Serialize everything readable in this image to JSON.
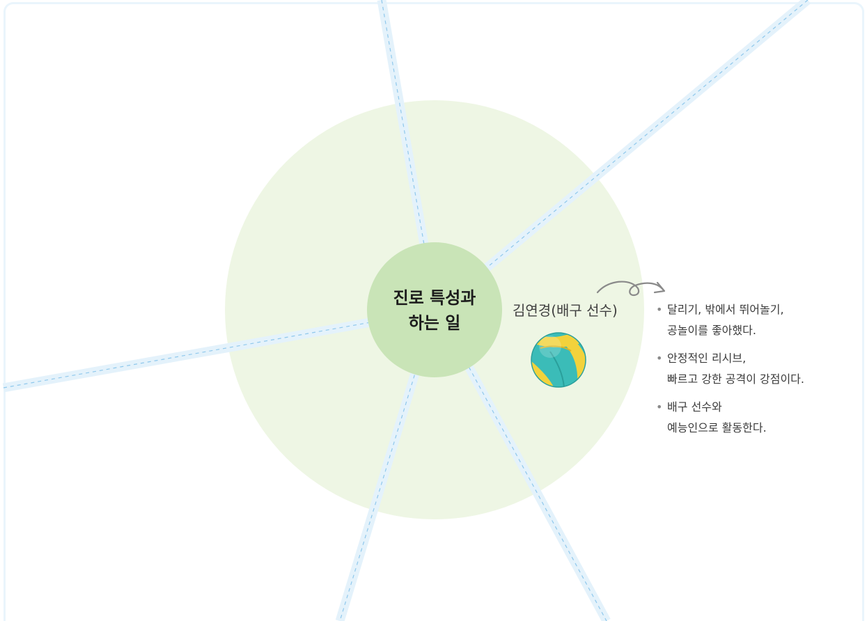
{
  "diagram": {
    "center_title": [
      "진로 특성과",
      "하는 일"
    ],
    "person": {
      "name": "김연경(배구 선수)",
      "image": "volleyball-icon",
      "facts": [
        [
          "달리기, 밖에서 뛰어놀기,",
          "공놀이를 좋아했다."
        ],
        [
          "안정적인 리시브,",
          "빠르고 강한 공격이 강점이다."
        ],
        [
          "배구 선수와",
          "예능인으로 활동한다."
        ]
      ]
    },
    "colors": {
      "outer_circle": "#eef6e4",
      "center_circle": "#c9e4b7",
      "spoke": "#e4f2fb",
      "spoke_dash": "#8fc8ec",
      "arrow": "#8a8a8a",
      "ball_yellow": "#f2d23c",
      "ball_teal": "#3bbcb8"
    }
  }
}
